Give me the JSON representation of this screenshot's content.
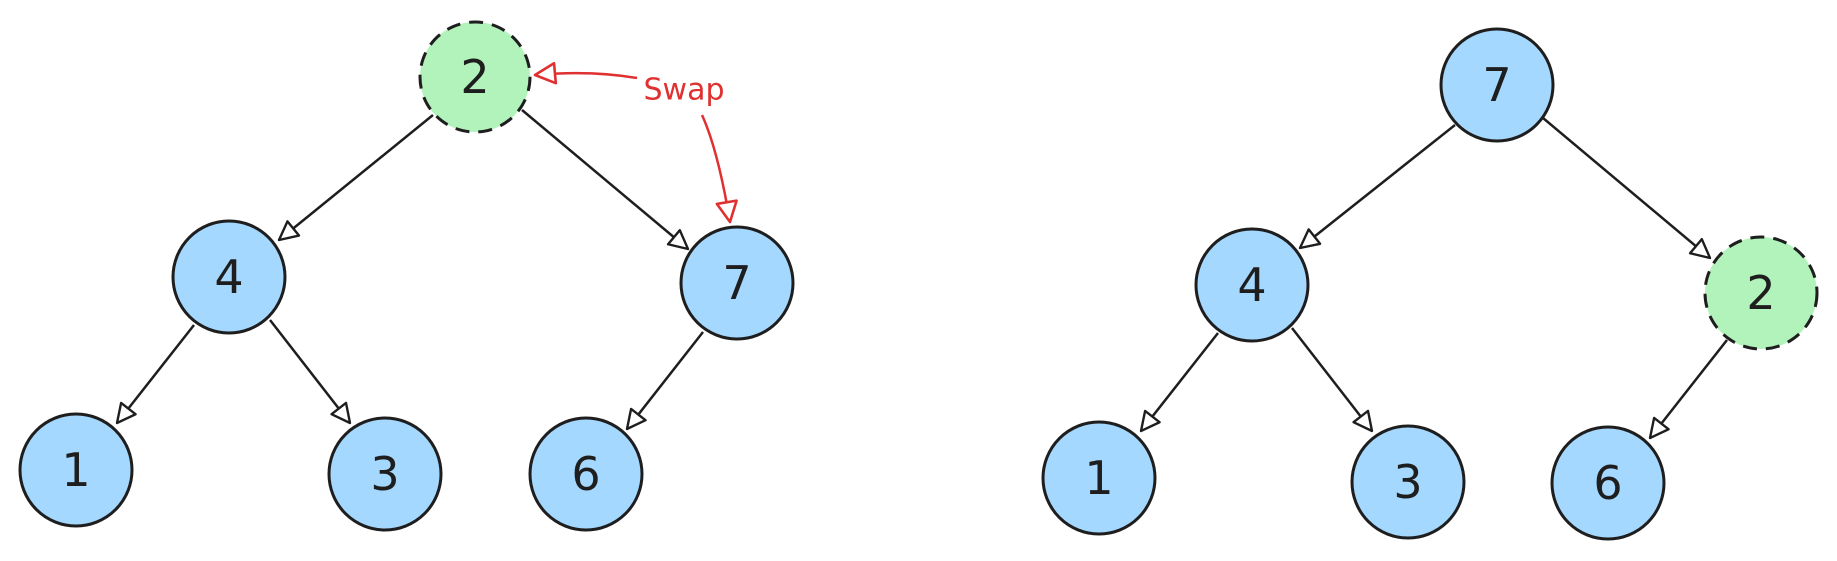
{
  "colors": {
    "node_fill": "#a5d8ff",
    "highlight_fill": "#b2f2bb",
    "stroke": "#1e1e1e",
    "swap_annotation": "#e03131"
  },
  "before_tree": {
    "root": "2",
    "root_highlighted": true,
    "left_child": "4",
    "right_child": "7",
    "left_left": "1",
    "left_right": "3",
    "right_left": "6"
  },
  "after_tree": {
    "root": "7",
    "left_child": "4",
    "right_child": "2",
    "right_child_highlighted": true,
    "left_left": "1",
    "left_right": "3",
    "right_left": "6"
  },
  "annotation": {
    "label": "Swap"
  }
}
